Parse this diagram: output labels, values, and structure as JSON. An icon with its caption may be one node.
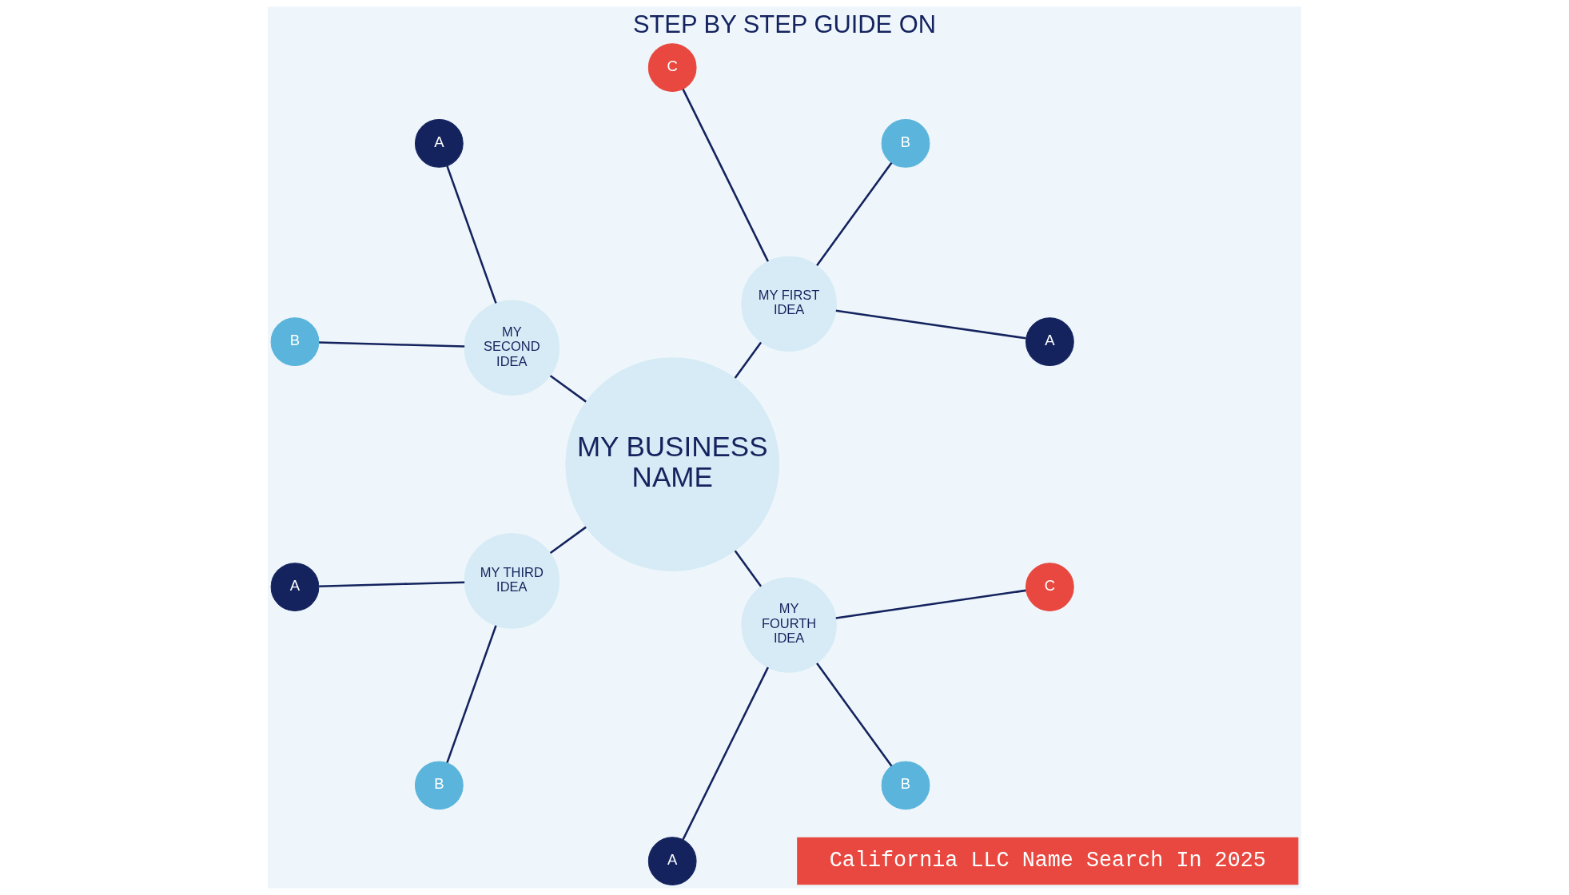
{
  "diagram": {
    "title": "STEP BY STEP GUIDE ON",
    "nodes": [
      {
        "text": [
          "California LLC Name Search In 2025"
        ]
      },
      {
        "text": [
          "MY BUSINESS NAME"
        ]
      },
      {
        "text": [
          "MY FIRST IDEA"
        ]
      },
      {
        "text": [
          "A"
        ]
      },
      {
        "text": [
          "B"
        ]
      },
      {
        "text": [
          "C"
        ]
      },
      {
        "text": [
          "MY SECOND IDEA"
        ]
      },
      {
        "text": [
          "A"
        ]
      },
      {
        "text": [
          "B"
        ]
      },
      {
        "text": [
          "MY THIRD IDEA"
        ]
      },
      {
        "text": [
          "A"
        ]
      },
      {
        "text": [
          "B"
        ]
      },
      {
        "text": [
          "MY FOURTH IDEA"
        ]
      },
      {
        "text": [
          "A"
        ]
      },
      {
        "text": [
          "B"
        ]
      },
      {
        "text": [
          "C"
        ]
      }
    ],
    "edges": [
      {
        "from": 1,
        "to": 2,
        "arrow": "none"
      },
      {
        "from": 2,
        "to": 3,
        "arrow": "none"
      },
      {
        "from": 2,
        "to": 4,
        "arrow": "none"
      },
      {
        "from": 2,
        "to": 5,
        "arrow": "none"
      },
      {
        "from": 1,
        "to": 6,
        "arrow": "none"
      },
      {
        "from": 6,
        "to": 7,
        "arrow": "none"
      },
      {
        "from": 6,
        "to": 8,
        "arrow": "none"
      },
      {
        "from": 1,
        "to": 9,
        "arrow": "none"
      },
      {
        "from": 9,
        "to": 10,
        "arrow": "none"
      },
      {
        "from": 9,
        "to": 11,
        "arrow": "none"
      },
      {
        "from": 1,
        "to": 12,
        "arrow": "none"
      },
      {
        "from": 12,
        "to": 13,
        "arrow": "none"
      },
      {
        "from": 12,
        "to": 14,
        "arrow": "none"
      },
      {
        "from": 12,
        "to": 15,
        "arrow": "none"
      }
    ]
  }
}
